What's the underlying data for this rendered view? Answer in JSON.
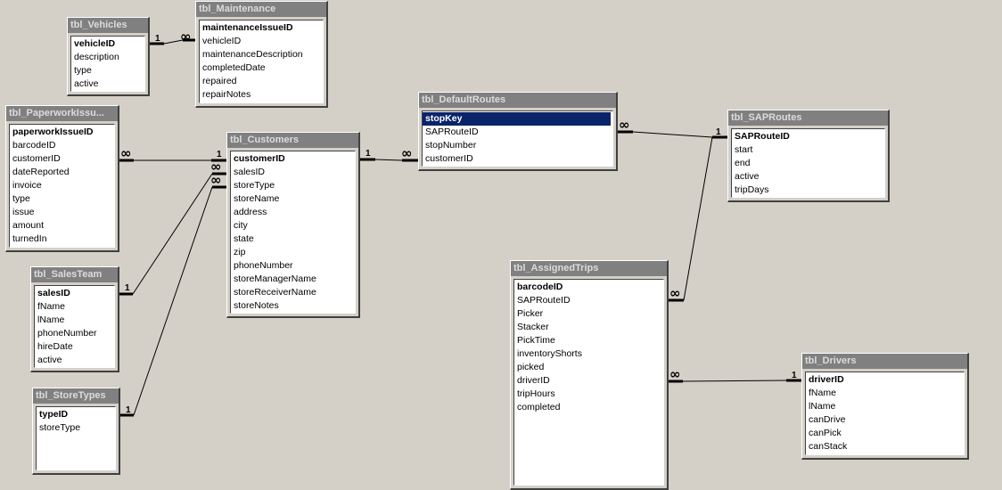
{
  "tables": {
    "vehicles": {
      "title": "tbl_Vehicles",
      "fields": [
        "vehicleID",
        "description",
        "type",
        "active"
      ]
    },
    "maintenance": {
      "title": "tbl_Maintenance",
      "fields": [
        "maintenanceIssueID",
        "vehicleID",
        "maintenanceDescription",
        "completedDate",
        "repaired",
        "repairNotes"
      ]
    },
    "paperwork": {
      "title": "tbl_PaperworkIssu...",
      "fields": [
        "paperworkIssueID",
        "barcodeID",
        "customerID",
        "dateReported",
        "invoice",
        "type",
        "issue",
        "amount",
        "turnedIn"
      ]
    },
    "customers": {
      "title": "tbl_Customers",
      "fields": [
        "customerID",
        "salesID",
        "storeType",
        "storeName",
        "address",
        "city",
        "state",
        "zip",
        "phoneNumber",
        "storeManagerName",
        "storeReceiverName",
        "storeNotes"
      ]
    },
    "default_routes": {
      "title": "tbl_DefaultRoutes",
      "fields": [
        "stopKey",
        "SAPRouteID",
        "stopNumber",
        "customerID"
      ]
    },
    "sap_routes": {
      "title": "tbl_SAPRoutes",
      "fields": [
        "SAPRouteID",
        "start",
        "end",
        "active",
        "tripDays"
      ]
    },
    "sales_team": {
      "title": "tbl_SalesTeam",
      "fields": [
        "salesID",
        "fName",
        "lName",
        "phoneNumber",
        "hireDate",
        "active"
      ]
    },
    "store_types": {
      "title": "tbl_StoreTypes",
      "fields": [
        "typeID",
        "storeType"
      ]
    },
    "assigned_trips": {
      "title": "tbl_AssignedTrips",
      "fields": [
        "barcodeID",
        "SAPRouteID",
        "Picker",
        "Stacker",
        "PickTime",
        "inventoryShorts",
        "picked",
        "driverID",
        "tripHours",
        "completed"
      ]
    },
    "drivers": {
      "title": "tbl_Drivers",
      "fields": [
        "driverID",
        "fName",
        "lName",
        "canDrive",
        "canPick",
        "canStack"
      ]
    }
  },
  "relationship_marks": {
    "one": "1",
    "many": "∞"
  }
}
